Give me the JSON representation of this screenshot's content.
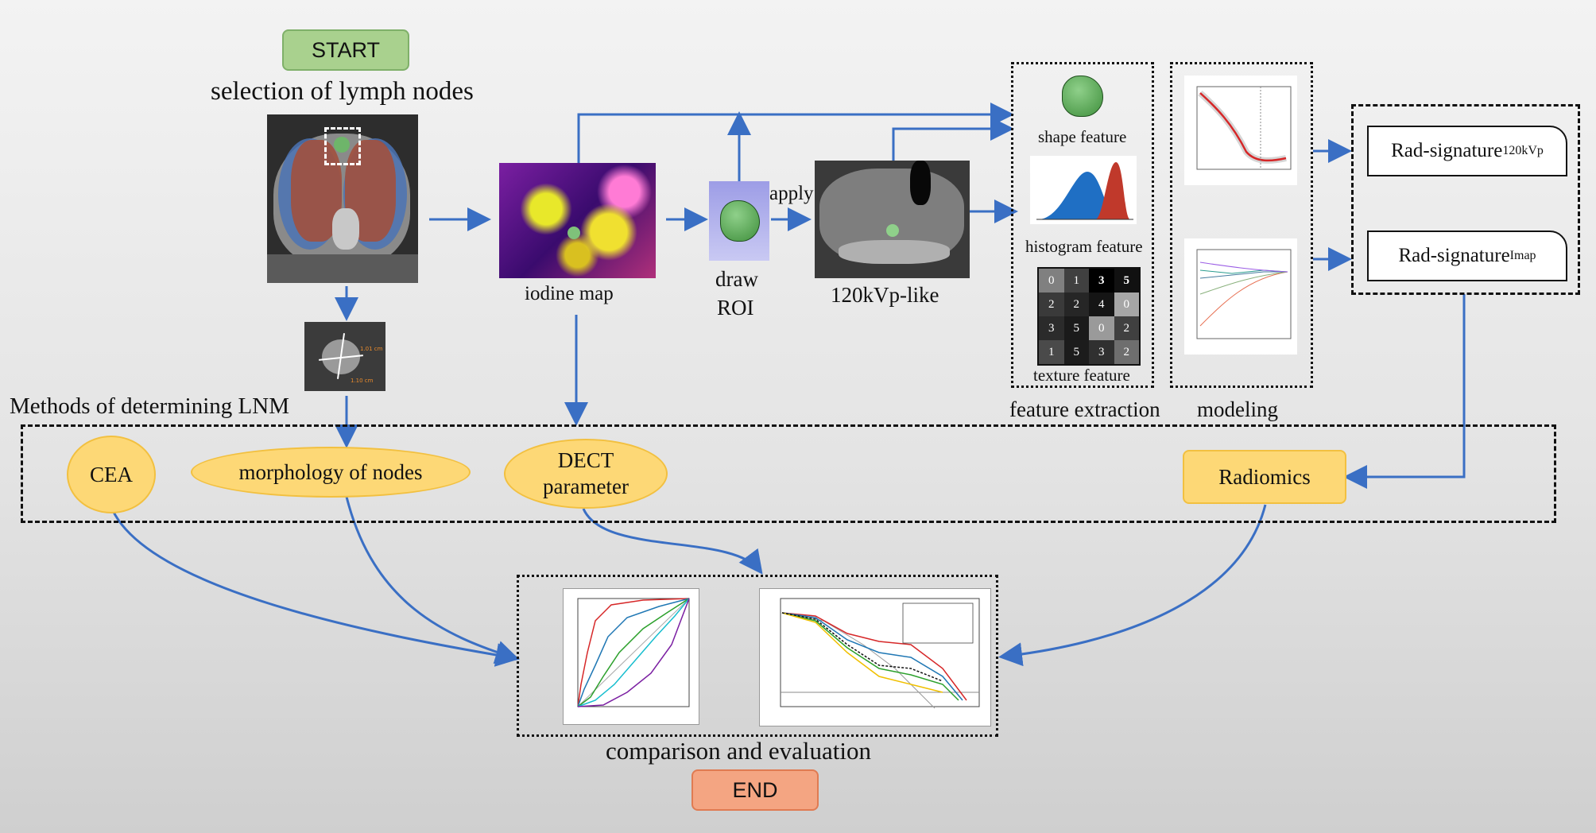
{
  "start": "START",
  "end": "END",
  "title_selection": "selection of lymph nodes",
  "methods_title": "Methods of determining LNM",
  "labels": {
    "iodine_map": "iodine map",
    "apply": "apply",
    "draw": "draw",
    "roi": "ROI",
    "kvp_like": "120kVp-like",
    "shape_feature": "shape feature",
    "histogram_feature": "histogram feature",
    "texture_feature": "texture feature",
    "feature_extraction": "feature extraction",
    "modeling": "modeling",
    "comparison": "comparison and evaluation",
    "measure_a": "1.01 cm",
    "measure_b": "1.10 cm"
  },
  "methods": {
    "cea": "CEA",
    "morphology": "morphology of nodes",
    "dect_line1": "DECT",
    "dect_line2": "parameter",
    "radiomics": "Radiomics"
  },
  "signatures": {
    "sig1_main": "Rad-signature",
    "sig1_sub": "120kVp",
    "sig2_main": "Rad-signature",
    "sig2_sub": "Imap"
  },
  "texture_grid": [
    "0",
    "1",
    "3",
    "5",
    "2",
    "2",
    "4",
    "0",
    "3",
    "5",
    "0",
    "2",
    "1",
    "5",
    "3",
    "2"
  ],
  "colors": {
    "arrow": "#3a6fc4",
    "start_fill": "#a9d18e",
    "end_fill": "#f4a582",
    "method_fill": "#fdd876"
  }
}
